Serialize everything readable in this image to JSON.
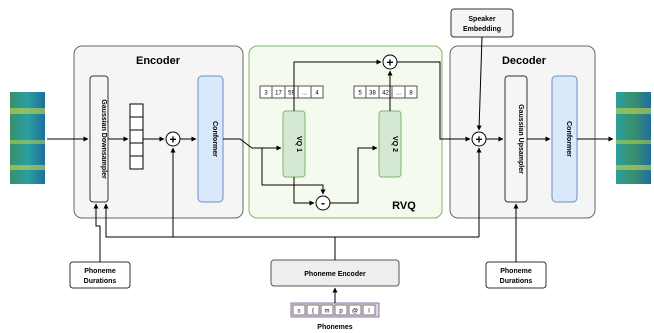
{
  "encoder": {
    "title": "Encoder",
    "downsampler": "Gaussian Downsampler",
    "conformer": "Conformer"
  },
  "rvq": {
    "title": "RVQ",
    "vq1": "VQ 1",
    "vq2": "VQ 2",
    "codes1": [
      "3",
      "17",
      "59",
      "...",
      "4"
    ],
    "codes2": [
      "5",
      "38",
      "42",
      "...",
      "8"
    ]
  },
  "decoder": {
    "title": "Decoder",
    "upsampler": "Gaussian Upsampler",
    "conformer": "Conformer"
  },
  "speaker_embedding": [
    "Speaker",
    "Embedding"
  ],
  "phoneme_encoder": "Phoneme Encoder",
  "phoneme_durations_left": [
    "Phoneme",
    "Durations"
  ],
  "phoneme_durations_right": [
    "Phoneme",
    "Durations"
  ],
  "phonemes": {
    "label": "Phonemes",
    "tokens": [
      "s",
      "{",
      "m",
      "p",
      "@",
      "l"
    ]
  },
  "operators": {
    "plus": "+",
    "minus": "-"
  },
  "colors": {
    "conformer": "#dae8fc",
    "rvq_bg": "#f4fbee",
    "vq_box": "#d5e8d4",
    "phoneme_token": "#e1d5e7"
  }
}
